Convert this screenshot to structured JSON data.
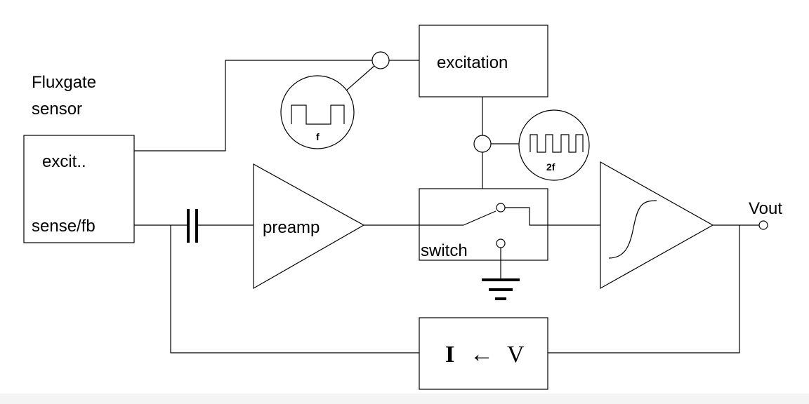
{
  "diagram": {
    "sensor_title_line1": "Fluxgate",
    "sensor_title_line2": "sensor",
    "sensor_excit_label": "excit..",
    "sensor_sense_label": "sense/fb",
    "excitation_label": "excitation",
    "waveform_f_label": "f",
    "waveform_2f_label": "2f",
    "preamp_label": "preamp",
    "switch_label": "switch",
    "output_label": "Vout",
    "converter_i_label": "I",
    "converter_arrow": "←",
    "converter_v_label": "V"
  }
}
